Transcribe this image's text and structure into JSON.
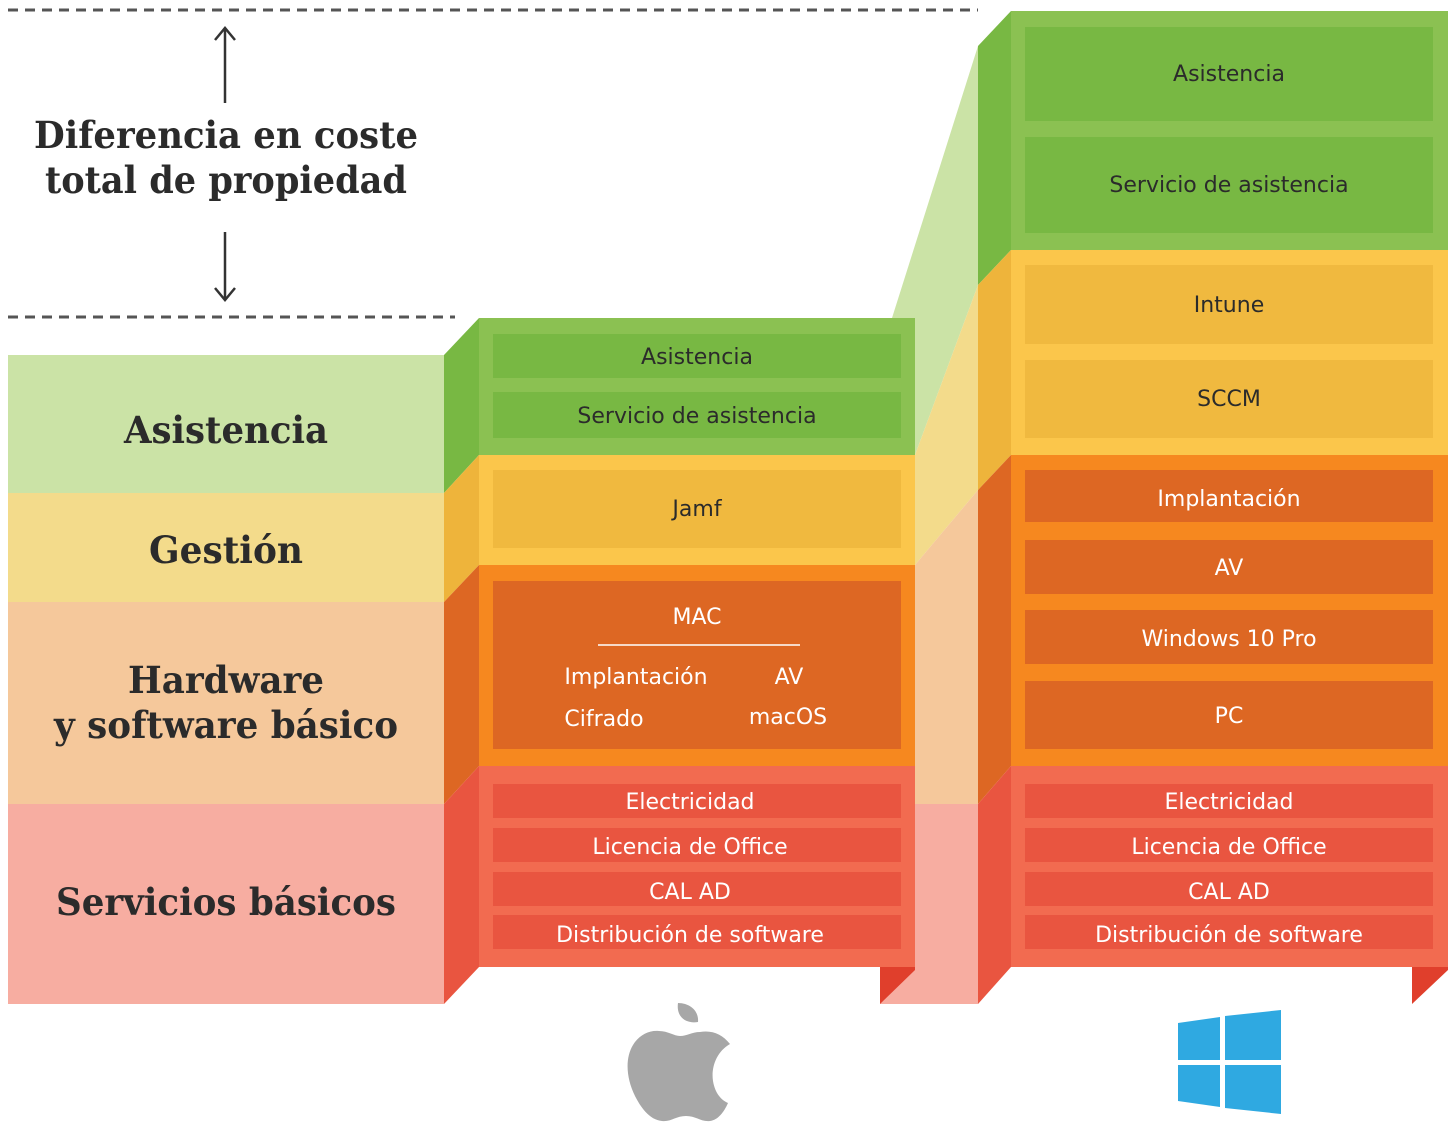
{
  "header": {
    "tco_line1": "Diferencia en coste",
    "tco_line2": "total de propiedad"
  },
  "left_labels": {
    "support": "Asistencia",
    "management": "Gestión",
    "hardware_line1": "Hardware",
    "hardware_line2": "y software básico",
    "services": "Servicios básicos"
  },
  "mac": {
    "support_items": [
      "Asistencia",
      "Servicio de asistencia"
    ],
    "management_items": [
      "Jamf"
    ],
    "hardware_title": "MAC",
    "hardware_items": [
      "Implantación",
      "AV",
      "Cifrado",
      "macOS"
    ],
    "services_items": [
      "Electricidad",
      "Licencia de Office",
      "CAL AD",
      "Distribución de software"
    ],
    "logo_icon": "apple-logo-icon"
  },
  "windows": {
    "support_items": [
      "Asistencia",
      "Servicio de asistencia"
    ],
    "management_items": [
      "Intune",
      "SCCM"
    ],
    "hardware_items": [
      "Implantación",
      "AV",
      "Windows 10 Pro",
      "PC"
    ],
    "services_items": [
      "Electricidad",
      "Licencia de Office",
      "CAL AD",
      "Distribución de software"
    ],
    "logo_icon": "windows-logo-icon"
  },
  "colors": {
    "support_light": "#cbe3a6",
    "support_front": "#8bc152",
    "support_box": "#78b843",
    "management_light": "#f3db8b",
    "management_front": "#fbc64b",
    "management_box": "#f0b93f",
    "hardware_light": "#f5c89b",
    "hardware_front": "#f6881f",
    "hardware_box": "#dd6723",
    "services_light": "#f7ada1",
    "services_front": "#f26b50",
    "services_box": "#e95540",
    "apple_gray": "#a7a7a7",
    "windows_blue": "#2fa9e1"
  }
}
